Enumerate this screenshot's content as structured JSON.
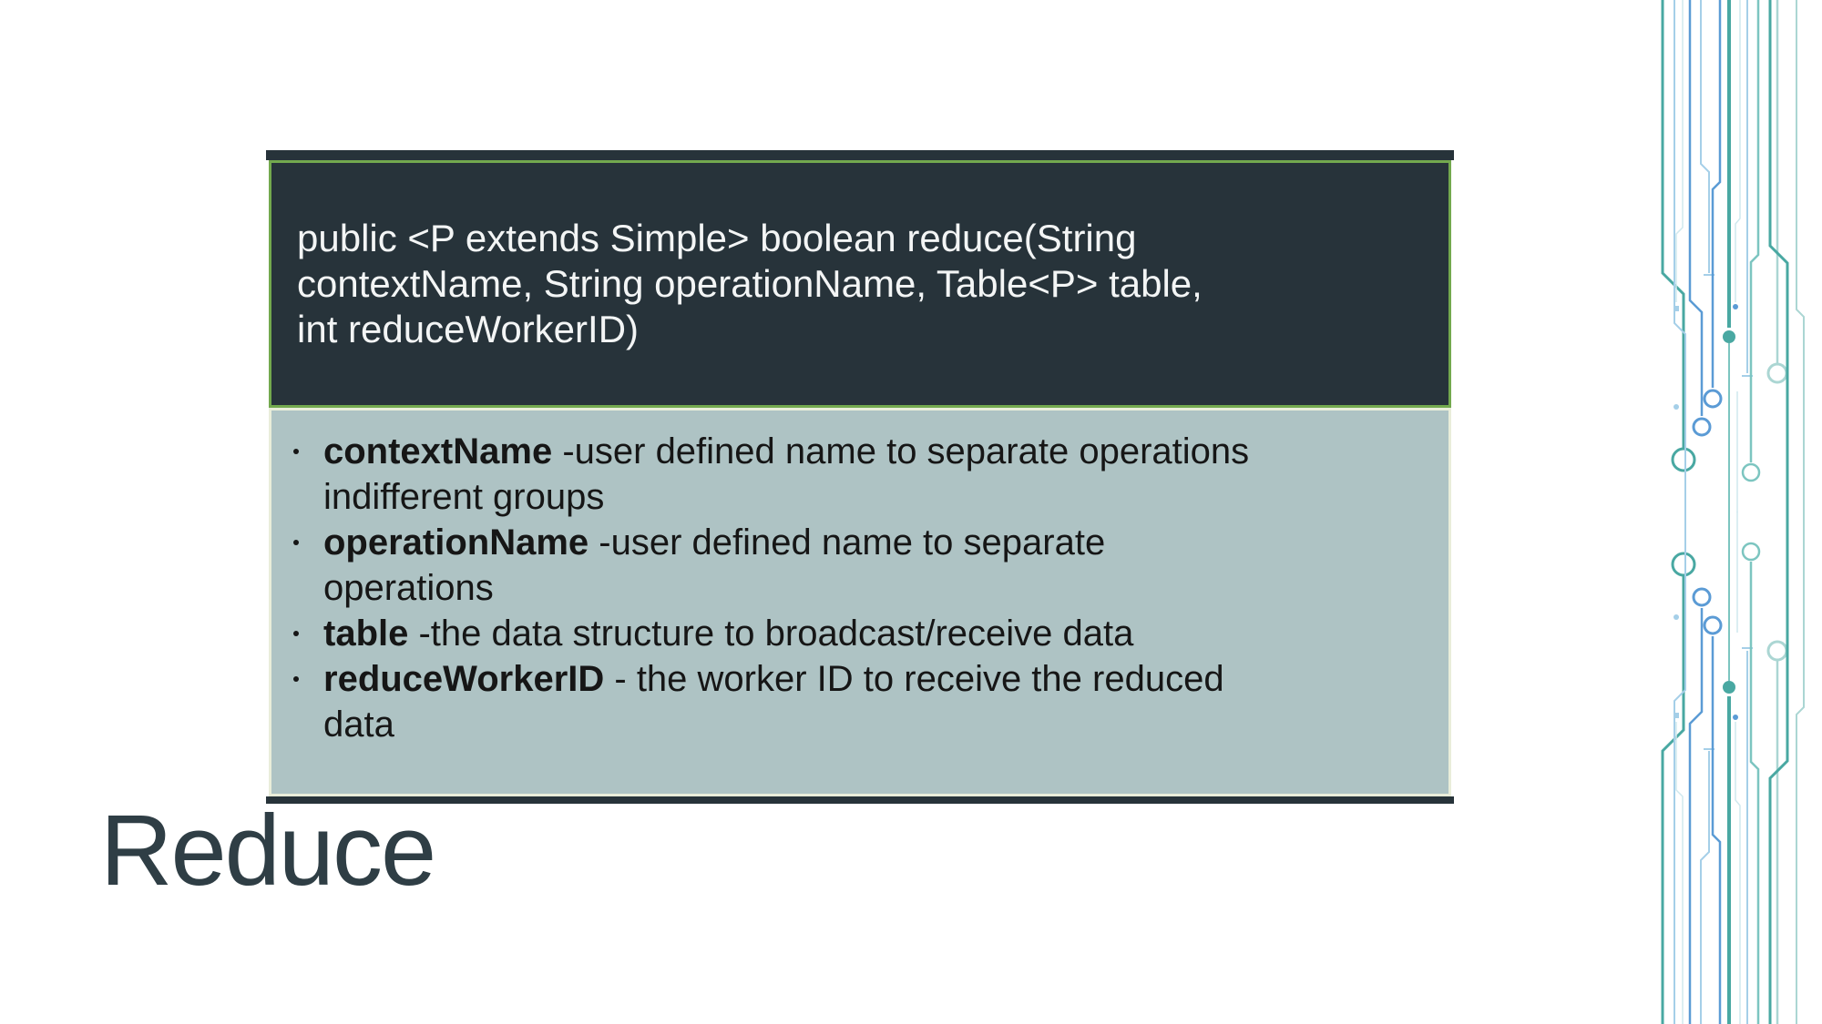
{
  "slide": {
    "title": "Reduce",
    "code_block": {
      "signature_full": "public <P extends Simple> boolean reduce(String contextName, String operationName, Table<P> table, int reduceWorkerID)",
      "signature_lines": [
        "public <P extends Simple> boolean reduce(String",
        "contextName, String operationName, Table<P> table,",
        "int reduceWorkerID)"
      ]
    },
    "parameters": [
      {
        "term": "contextName",
        "desc": " -user defined name to separate operations\nindifferent groups"
      },
      {
        "term": "operationName",
        "desc": " -user defined name to separate\noperations"
      },
      {
        "term": "table",
        "desc": " -the data structure to broadcast/receive data"
      },
      {
        "term": "reduceWorkerID",
        "desc": " - the worker ID to receive the reduced\ndata"
      }
    ]
  },
  "colors": {
    "slide-bg": "#ffffff",
    "dark-bg": "#27333a",
    "accent-green": "#73a94e",
    "light-cell-bg": "#aec3c4",
    "cream-border": "#e9edda",
    "title-text": "#2f3e45",
    "code-text": "#f3f5f5",
    "body-text": "#161616",
    "circuit-teal": "#49a8a2",
    "circuit-teal-soft": "#7cc5c0",
    "circuit-blue": "#5b9bd5",
    "circuit-light-blue": "#a5cfe8",
    "circuit-pale": "#cfe8ee",
    "circuit-pale-teal": "#abd6d3"
  },
  "decor": {
    "right_edge": "circuit-board-pattern"
  }
}
